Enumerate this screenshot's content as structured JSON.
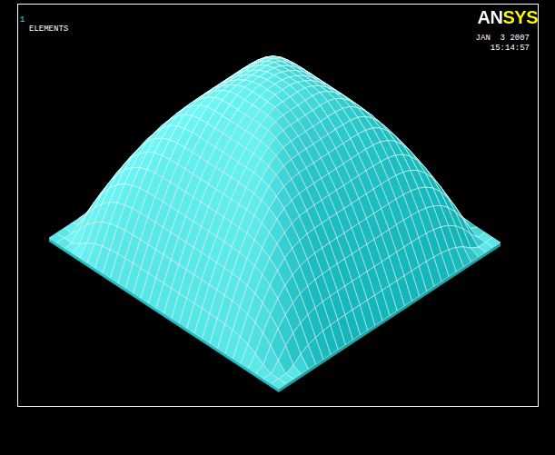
{
  "diagram": {
    "labels": [
      "1",
      "ELEMENTS",
      "ANSYS",
      "JAN  3 2007",
      "15:14:57"
    ]
  }
}
